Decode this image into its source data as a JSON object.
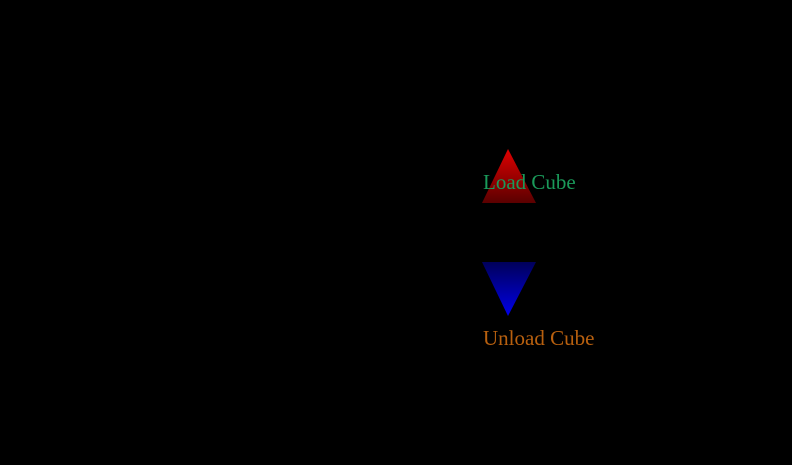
{
  "buttons": {
    "load": {
      "label": "Load Cube",
      "color": "#1a9a5a",
      "icon": "red-up-triangle"
    },
    "unload": {
      "label": "Unload Cube",
      "color": "#b8600f",
      "icon": "blue-down-triangle"
    }
  },
  "colors": {
    "background": "#000000",
    "up_arrow": "#d00000",
    "down_arrow": "#0000d8"
  }
}
